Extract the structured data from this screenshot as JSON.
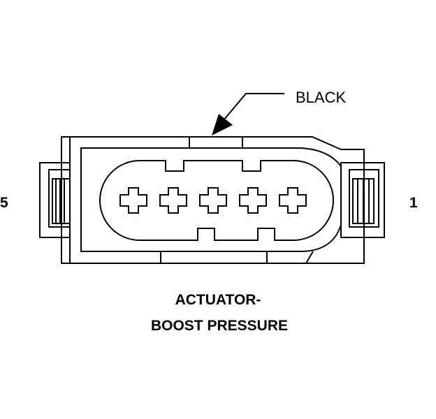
{
  "connector": {
    "color_label": "BLACK",
    "pin_left_label": "5",
    "pin_right_label": "1",
    "terminal_count": 5
  },
  "caption": {
    "line1": "ACTUATOR-",
    "line2": "BOOST PRESSURE"
  }
}
